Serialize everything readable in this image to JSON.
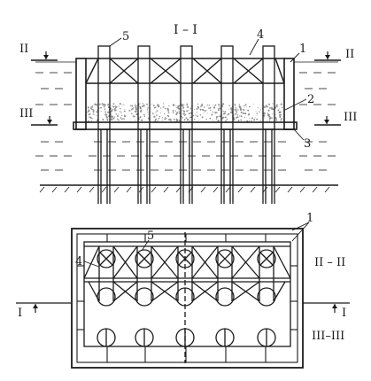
{
  "colors": {
    "ink": "#1a1a1a",
    "paper": "#ffffff",
    "sand": "#8a8a8a"
  },
  "elevation": {
    "section_title": "I – I",
    "section_marks": {
      "top": "II",
      "mid": "III"
    },
    "numbers": {
      "n1": "1",
      "n2": "2",
      "n3": "3",
      "n4": "4",
      "n5": "5"
    }
  },
  "plan": {
    "numbers": {
      "n1": "1",
      "n4": "4",
      "n5": "5"
    },
    "section_labels": {
      "upper": "II – II",
      "lower": "III–III"
    },
    "cut_marks": {
      "left": "I",
      "right": "I"
    }
  }
}
